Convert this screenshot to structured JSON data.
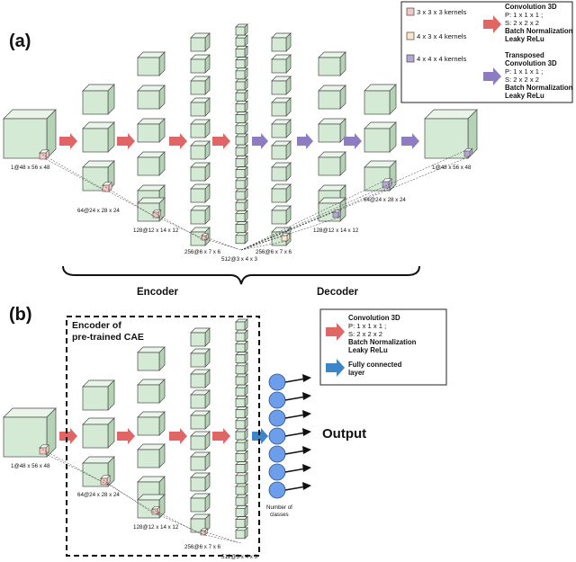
{
  "panel_a": {
    "label": "(a)",
    "input_size": "1@48 x 56 x 48",
    "output_size": "1@48 x 56 x 48",
    "encoder_sizes": [
      "64@24 x 28 x 24",
      "128@12 x 14 x 12",
      "256@6 x 7 x 6"
    ],
    "bottleneck_size": "512@3 x 4 x 3",
    "decoder_sizes": [
      "256@6 x 7 x 6",
      "128@12 x 14 x 12",
      "64@24 x 28 x 24"
    ],
    "encoder_label": "Encoder",
    "decoder_label": "Decoder",
    "legend": {
      "kernels": [
        "3 x 3 x 3 kernels",
        "4 x 3 x 4 kernels",
        "4 x 4 x 4 kernels"
      ],
      "conv_title": "Convolution 3D",
      "conv_lines": [
        "P: 1 x 1 x 1 ;",
        "S: 2 x 2 x 2"
      ],
      "conv_bold": [
        "Batch Normalization",
        "Leaky ReLu"
      ],
      "tconv_title": [
        "Transposed",
        "Convolution 3D"
      ],
      "tconv_lines": [
        "P: 1 x 1 x 1 ;",
        "S: 2 x 2 x 2"
      ],
      "tconv_bold": [
        "Batch Normalization",
        "Leaky ReLu"
      ]
    }
  },
  "panel_b": {
    "label": "(b)",
    "encoder_box_title": [
      "Encoder of",
      "pre-trained CAE"
    ],
    "input_size": "1@48 x 56 x 48",
    "layer_sizes": [
      "64@24 x 28 x 24",
      "128@12 x 14 x 12",
      "256@6 x 7 x 6",
      "512@3 x 4 x 3"
    ],
    "classes_label": [
      "Number of",
      "classes"
    ],
    "output_label": "Output",
    "legend": {
      "conv_title": "Convolution 3D",
      "conv_lines": [
        "P: 1 x 1 x 1 ;",
        "S: 2 x 2 x 2"
      ],
      "conv_bold": [
        "Batch Normalization",
        "Leaky ReLu"
      ],
      "fc_title": [
        "Fully connected",
        "layer"
      ]
    }
  },
  "colors": {
    "cube_face": "#d4ead4",
    "cube_top": "#e9f5e9",
    "cube_side": "#b4d2b4",
    "cube_stroke": "#4a4a4a",
    "conv_arrow": "#e06666",
    "tconv_arrow": "#8e7cc3",
    "fc_arrow": "#3d85c6",
    "neuron": "#6d9eeb",
    "k333": "#f4c7c3",
    "k434": "#fce5cd",
    "k444": "#b4a7d6"
  }
}
